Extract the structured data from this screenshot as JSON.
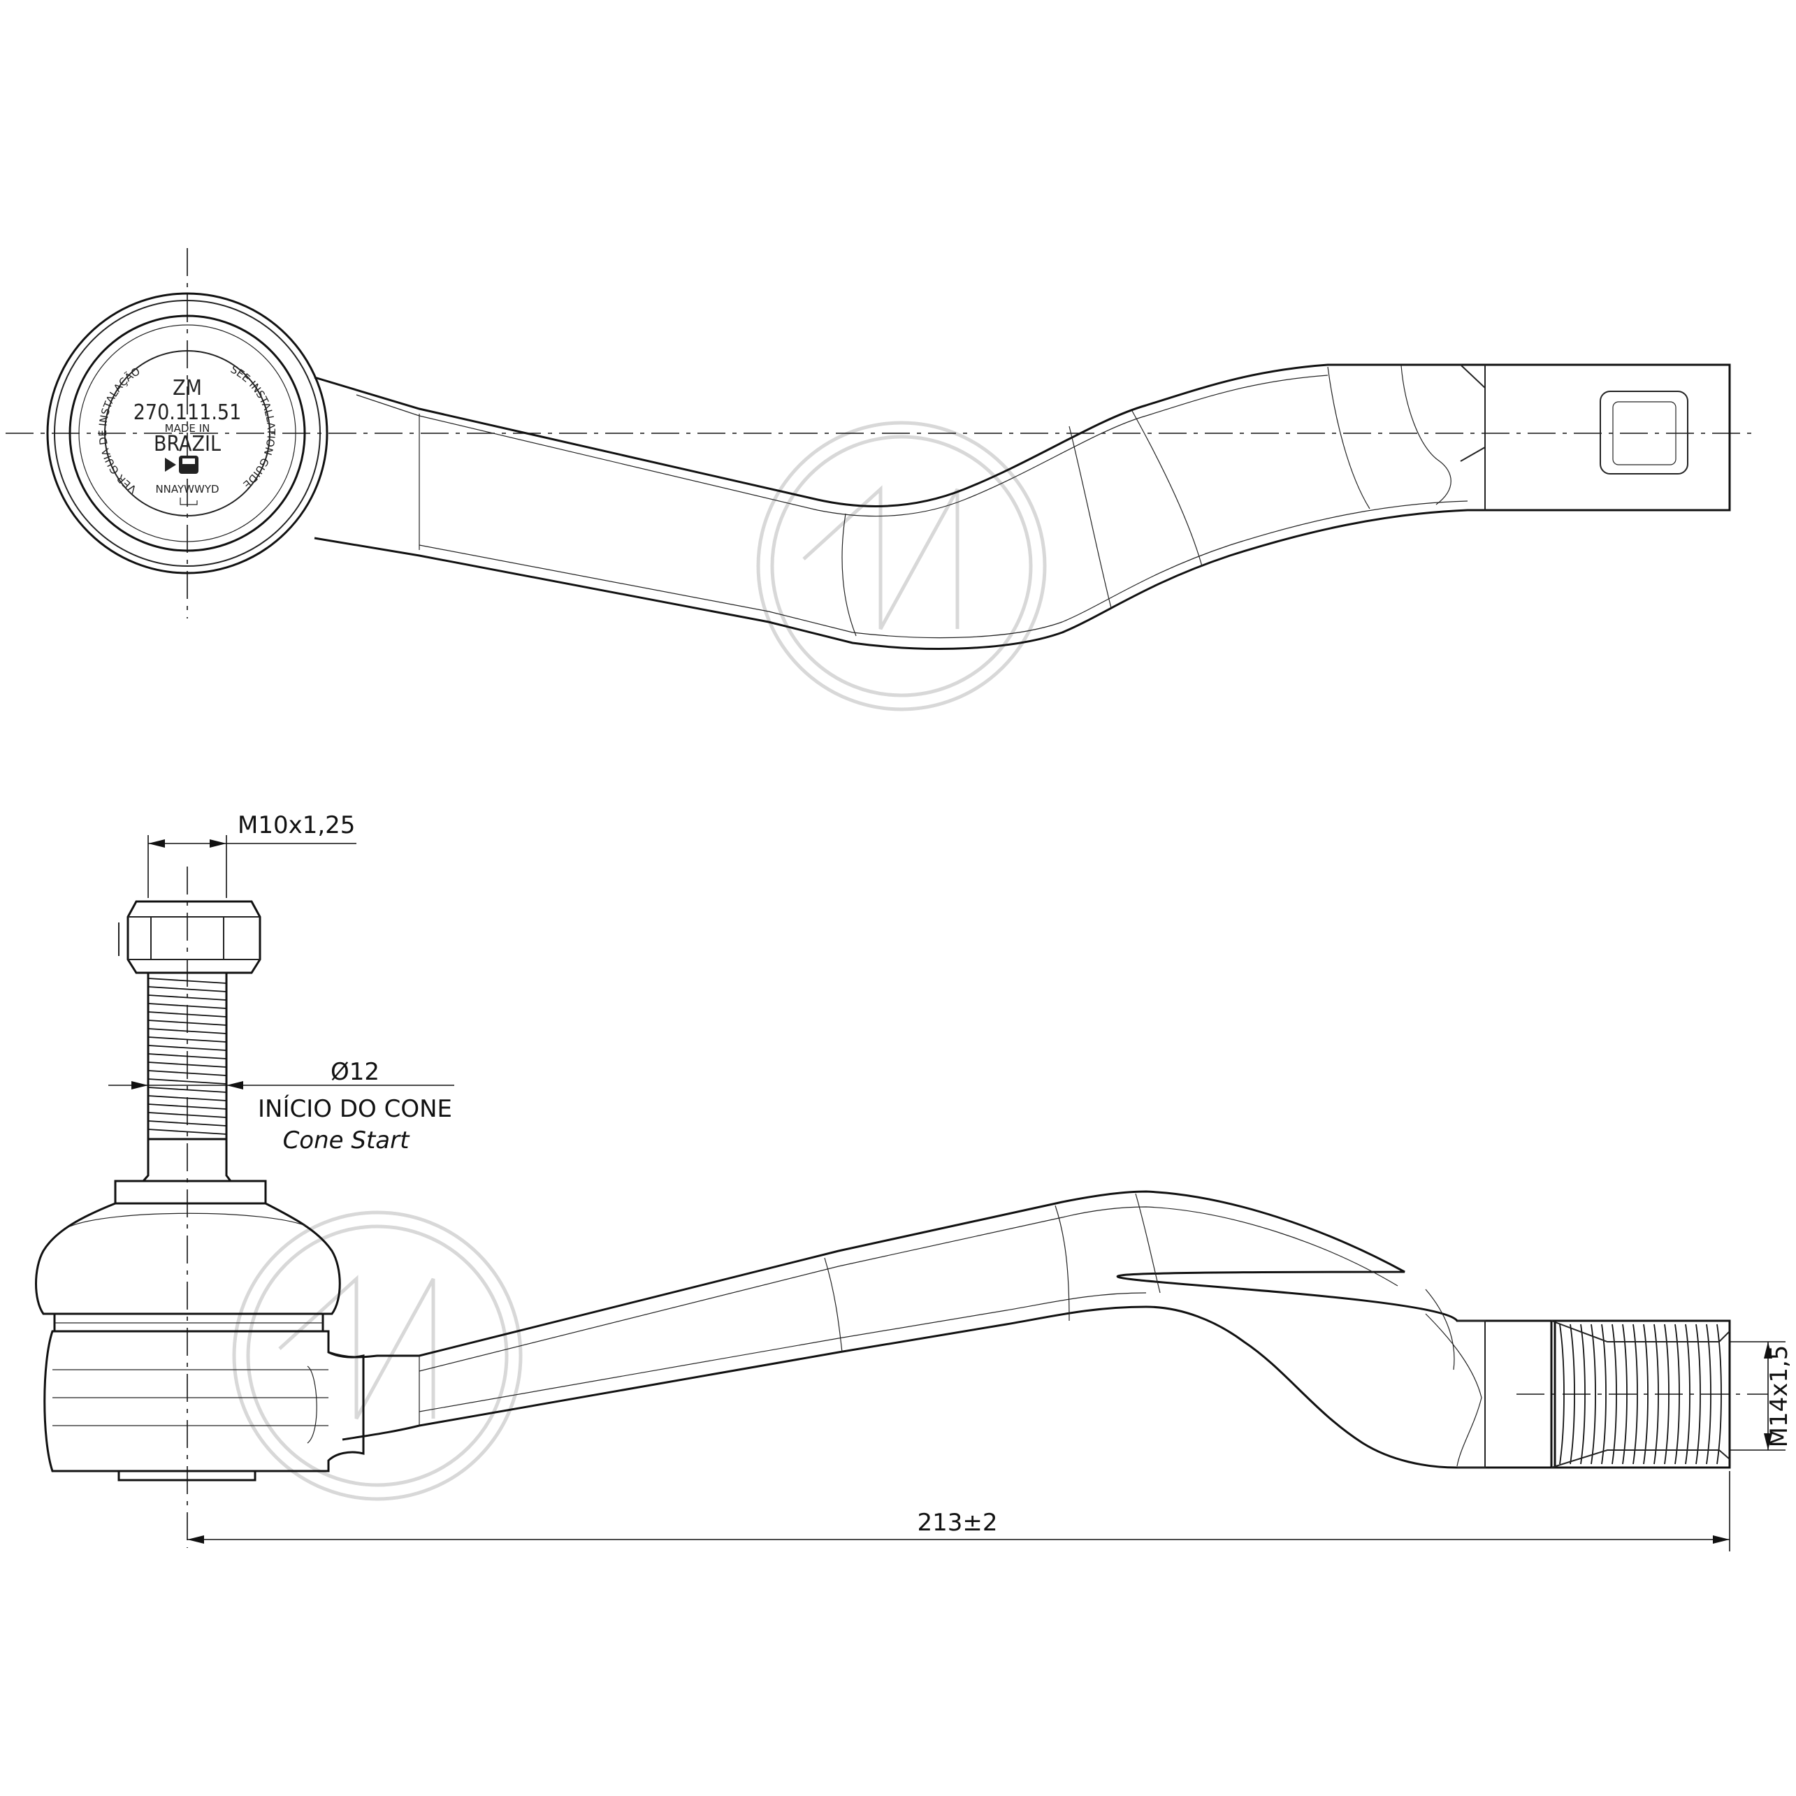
{
  "stamp": {
    "brand": "ZM",
    "part_number": "270.111.51",
    "made_in": "MADE IN",
    "country": "BRAZIL",
    "date_code": "NNAYWWYD",
    "arc_left": "VER GUIA DE INSTALAÇÃO",
    "arc_right": "SEE INSTALLATION GUIDE"
  },
  "dimensions": {
    "stud_thread": "M10x1,25",
    "cone_diameter": "Ø12",
    "cone_start_pt": "INÍCIO DO CONE",
    "cone_start_en": "Cone Start",
    "shaft_thread": "M14x1,5",
    "overall_length": "213±2"
  },
  "colors": {
    "line": "#111111",
    "watermark": "#d8d8d8"
  }
}
